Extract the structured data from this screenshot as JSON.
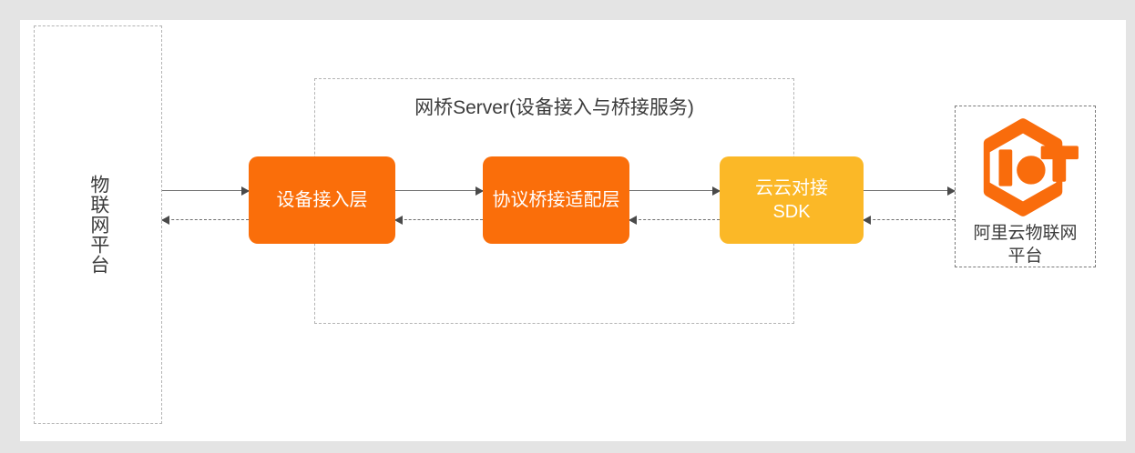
{
  "diagram": {
    "title": "网桥Server(设备接入与桥接服务)",
    "background_color": "#e4e4e4",
    "canvas_color": "#ffffff"
  },
  "left_group": {
    "name": "iot-platform",
    "label": "物联网平台",
    "border_style": "dashed",
    "border_color": "#b4b4b4"
  },
  "bridge_group": {
    "name": "bridge-server",
    "title": "网桥Server(设备接入与桥接服务)",
    "border_style": "dashed",
    "border_color": "#b4b4b4"
  },
  "nodes": [
    {
      "id": "device-access",
      "label": "设备接入层",
      "color": "#fa6e0a",
      "text_color": "#ffffff"
    },
    {
      "id": "protocol-bridge",
      "label": "协议桥接适配层",
      "color": "#fa6e0a",
      "text_color": "#ffffff"
    },
    {
      "id": "cloud-sdk",
      "label": "云云对接\nSDK",
      "label_line1": "云云对接",
      "label_line2": "SDK",
      "color": "#fbb827",
      "text_color": "#ffffff"
    }
  ],
  "right_group": {
    "name": "aliyun-iot-platform",
    "logo_name": "iot-hexagon-logo",
    "logo_text": "IoT",
    "logo_color": "#f96c0c",
    "caption_line1": "阿里云物联网",
    "caption_line2": "平台",
    "caption": "阿里云物联网平台",
    "border_style": "dashed",
    "border_color": "#7a7a7a"
  },
  "connectors": {
    "forward_style": "solid",
    "return_style": "dashed",
    "line_color": "#6f6f6f",
    "arrow_color": "#4a4a4a",
    "forward_direction": "right",
    "return_direction": "left",
    "segments": [
      {
        "id": "platform-to-device-access",
        "from": "iot-platform",
        "to": "device-access"
      },
      {
        "id": "device-access-to-protocol-bridge",
        "from": "device-access",
        "to": "protocol-bridge"
      },
      {
        "id": "protocol-bridge-to-cloud-sdk",
        "from": "protocol-bridge",
        "to": "cloud-sdk"
      },
      {
        "id": "cloud-sdk-to-aliyun",
        "from": "cloud-sdk",
        "to": "aliyun-iot-platform"
      }
    ]
  }
}
